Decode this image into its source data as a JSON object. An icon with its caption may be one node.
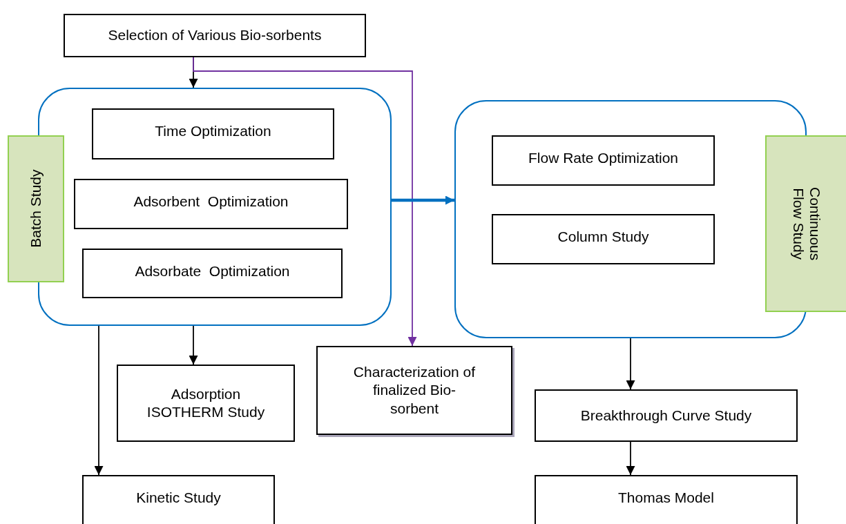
{
  "diagram": {
    "nodes": [
      {
        "text": [
          "Selection of Various Bio-sorbents"
        ]
      },
      {
        "text": [],
        "shape": "box"
      },
      {
        "text": [
          "Batch Study"
        ]
      },
      {
        "text": [
          "Time Optimization"
        ],
        "in": 1
      },
      {
        "text": [
          "Adsorbent  Optimization"
        ],
        "in": 1
      },
      {
        "text": [
          "Adsorbate  Optimization"
        ],
        "in": 1
      },
      {
        "text": [],
        "shape": "box"
      },
      {
        "text": [
          "Flow Rate Optimization"
        ],
        "in": 6
      },
      {
        "text": [
          "Column Study"
        ],
        "in": 6
      },
      {
        "text": [
          "Continuous Flow Study"
        ]
      },
      {
        "text": [
          "Adsorption ISOTHERM Study"
        ]
      },
      {
        "text": [
          "Characterization of finalized Bio-sorbent"
        ]
      },
      {
        "text": [
          "Kinetic Study"
        ]
      },
      {
        "text": [
          "Breakthrough Curve Study"
        ]
      },
      {
        "text": [
          "Thomas Model"
        ]
      }
    ],
    "edges": [
      {
        "from": 0,
        "to": 1,
        "arrow": "to"
      },
      {
        "from": 0,
        "to": 11,
        "arrow": "to",
        "color": "#7030a0"
      },
      {
        "from": 1,
        "to": 6,
        "arrow": "to",
        "style": "thick",
        "color": "#0070c0"
      },
      {
        "from": 1,
        "to": 10,
        "arrow": "to"
      },
      {
        "from": 1,
        "to": 12,
        "arrow": "to"
      },
      {
        "from": 6,
        "to": 13,
        "arrow": "to"
      },
      {
        "from": 13,
        "to": 14,
        "arrow": "to"
      }
    ]
  }
}
